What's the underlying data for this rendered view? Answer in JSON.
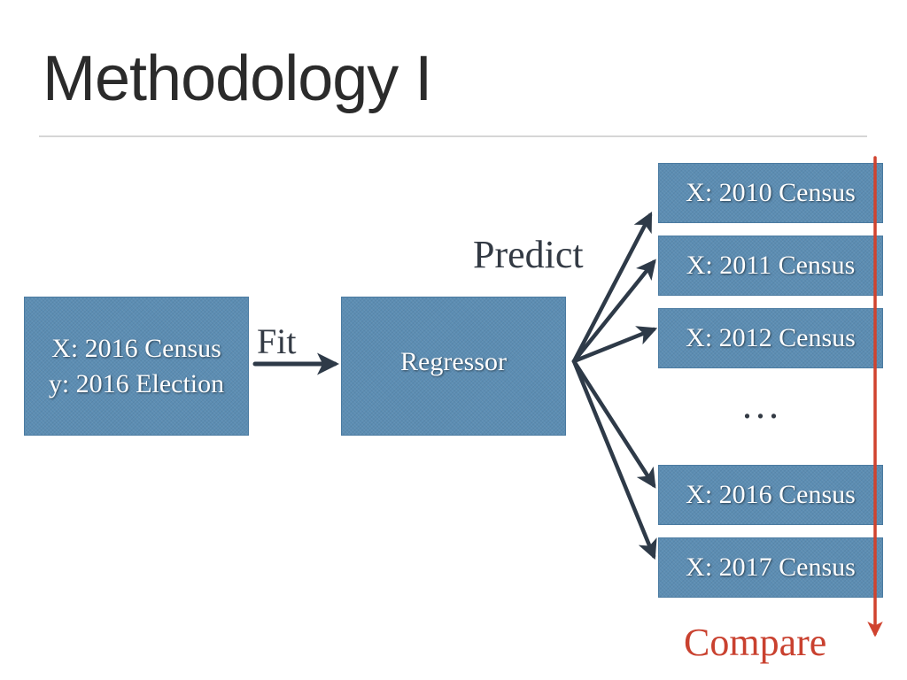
{
  "slide": {
    "title": "Methodology I"
  },
  "diagram": {
    "input_box": {
      "line1": "X: 2016 Census",
      "line2": "y: 2016 Election"
    },
    "fit_label": "Fit",
    "regressor_label": "Regressor",
    "predict_label": "Predict",
    "ellipsis": "...",
    "census_boxes": [
      {
        "label": "X: 2010 Census"
      },
      {
        "label": "X: 2011 Census"
      },
      {
        "label": "X: 2012 Census"
      },
      {
        "label": "X: 2016 Census"
      },
      {
        "label": "X: 2017 Census"
      }
    ],
    "compare_label": "Compare",
    "colors": {
      "box_fill": "#5c8db3",
      "arrow": "#2e3a48",
      "compare": "#d0432f",
      "title": "#2b2b2b"
    }
  }
}
